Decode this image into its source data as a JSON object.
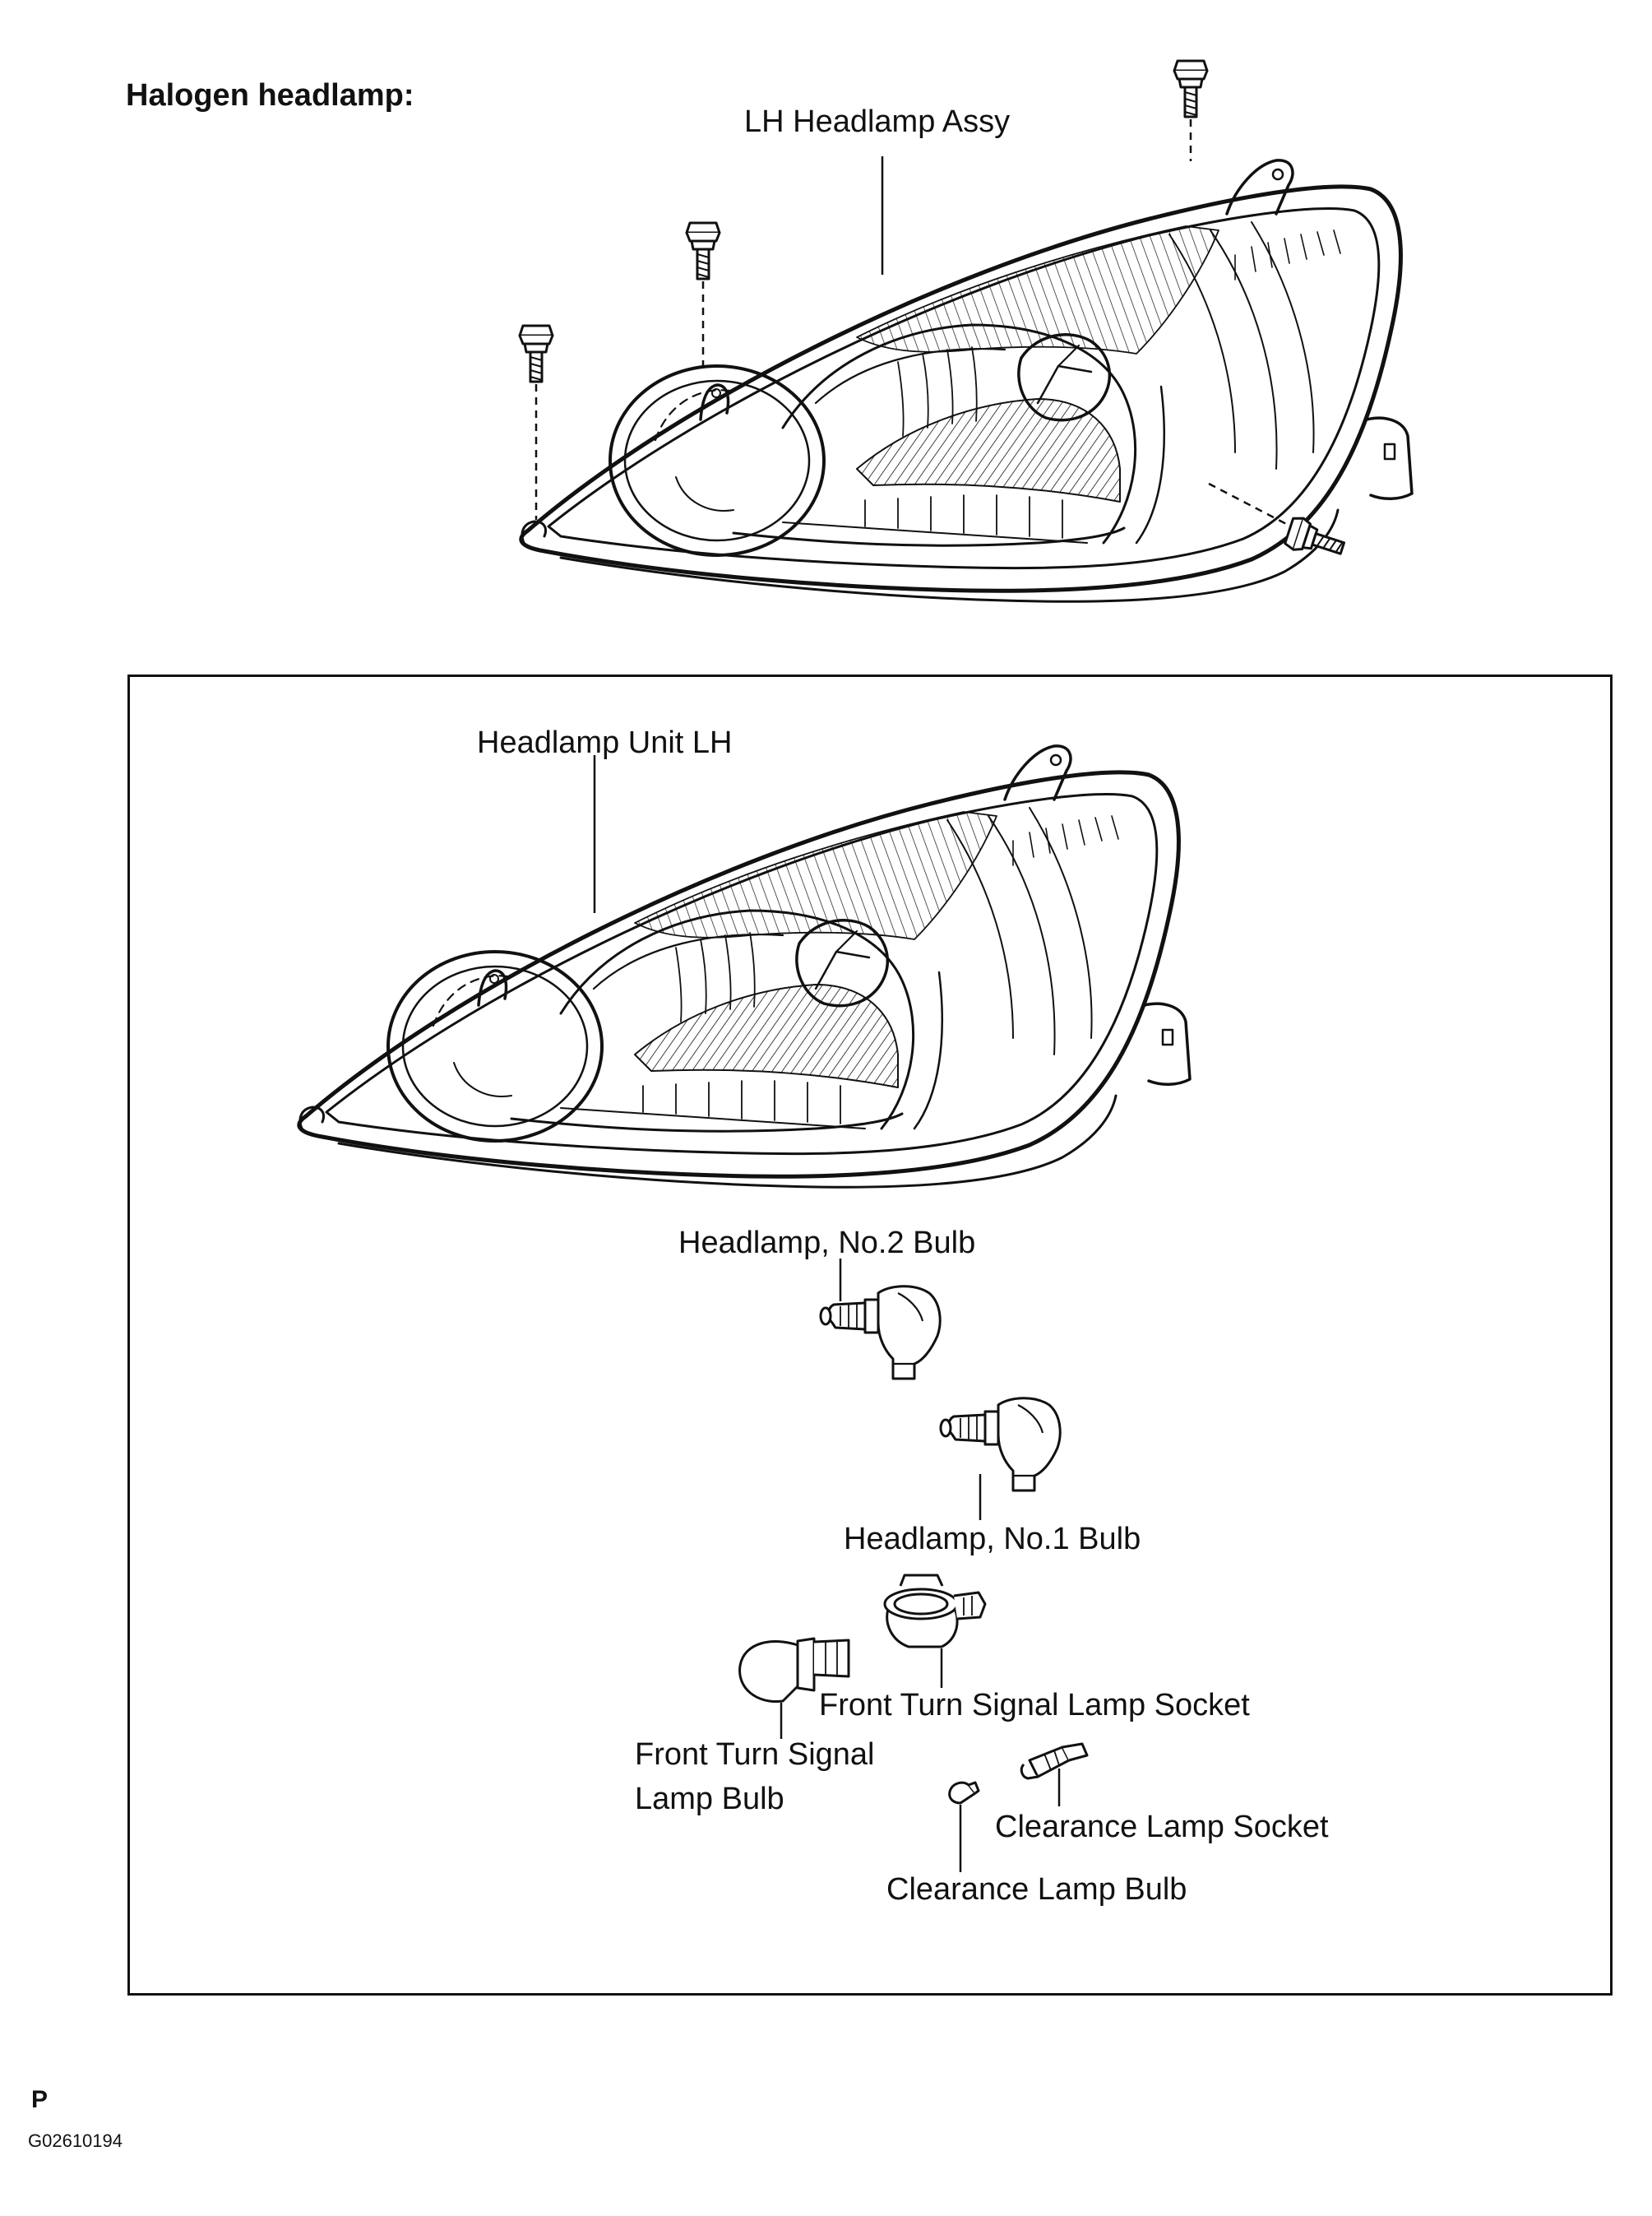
{
  "diagram": {
    "heading": "Halogen headlamp:",
    "labels": {
      "lh_headlamp_assy": "LH Headlamp Assy",
      "headlamp_unit_lh": "Headlamp Unit LH",
      "no2_bulb": "Headlamp, No.2 Bulb",
      "no1_bulb": "Headlamp, No.1 Bulb",
      "turn_socket": "Front Turn Signal Lamp Socket",
      "turn_bulb_line1": "Front Turn Signal",
      "turn_bulb_line2": "Lamp Bulb",
      "clearance_socket": "Clearance Lamp Socket",
      "clearance_bulb": "Clearance Lamp Bulb"
    },
    "corner_mark": "P",
    "figure_code": "G02610194"
  },
  "colors": {
    "ink": "#111111",
    "paper": "#ffffff"
  }
}
